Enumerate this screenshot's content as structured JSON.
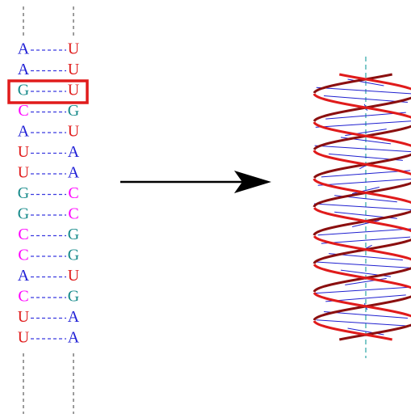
{
  "colors": {
    "A": "#1f1fd6",
    "U": "#e01b1b",
    "G": "#168a8a",
    "C": "#ff00ff",
    "bond": "#3a3ae0",
    "strand_dash": "#666666",
    "highlight_box": "#e01b1b",
    "arrow": "#000000",
    "helix_front": "#e01b1b",
    "helix_back": "#8b0f0f",
    "helix_rungs": "#2020d0",
    "helix_axis": "#2aa5a5"
  },
  "pairs": [
    {
      "left": "A",
      "right": "U"
    },
    {
      "left": "A",
      "right": "U"
    },
    {
      "left": "G",
      "right": "U",
      "highlighted": true
    },
    {
      "left": "C",
      "right": "G"
    },
    {
      "left": "A",
      "right": "U"
    },
    {
      "left": "U",
      "right": "A"
    },
    {
      "left": "U",
      "right": "A"
    },
    {
      "left": "G",
      "right": "C"
    },
    {
      "left": "G",
      "right": "C"
    },
    {
      "left": "C",
      "right": "G"
    },
    {
      "left": "C",
      "right": "G"
    },
    {
      "left": "A",
      "right": "U"
    },
    {
      "left": "C",
      "right": "G"
    },
    {
      "left": "U",
      "right": "A"
    },
    {
      "left": "U",
      "right": "A"
    }
  ],
  "arrow": {
    "direction": "right"
  },
  "helix": {
    "turns": 4.5,
    "style": "double-helix"
  }
}
